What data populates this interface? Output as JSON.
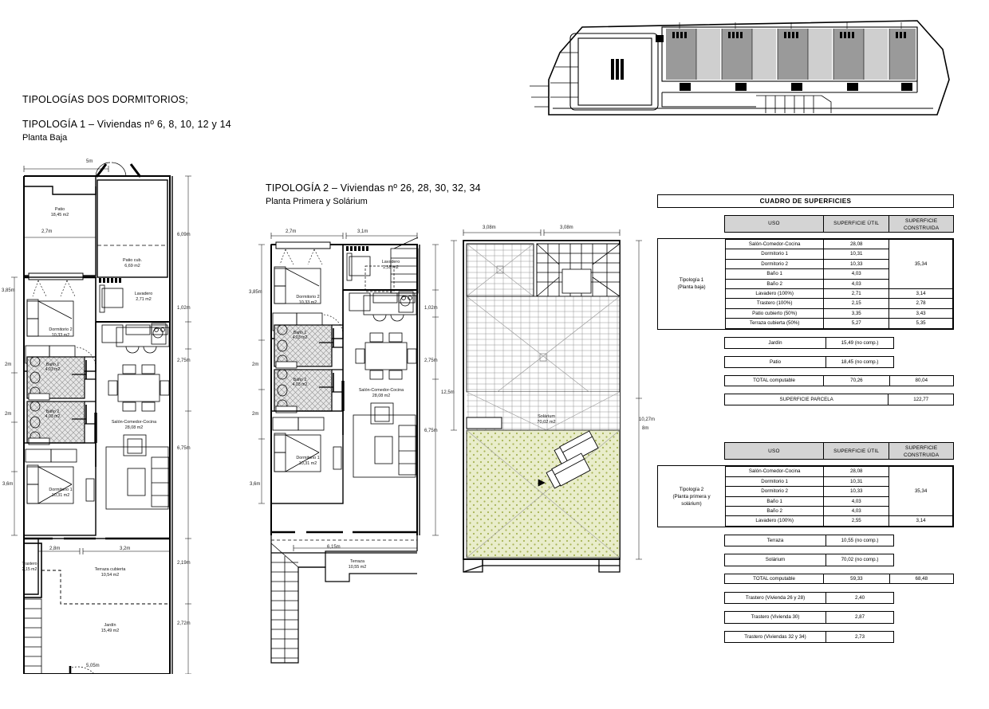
{
  "titles": {
    "main": "TIPOLOGÍAS DOS DORMITORIOS;",
    "tipologia1": "TIPOLOGÍA 1 – Viviendas nº 6, 8, 10, 12 y 14",
    "tipologia1_floor": "Planta Baja",
    "tipologia2": "TIPOLOGÍA 2 – Viviendas nº 26, 28, 30, 32, 34",
    "tipologia2_floor": "Planta Primera y Solárium"
  },
  "plan1": {
    "name": "Planta Baja",
    "rooms": [
      {
        "name": "Patio",
        "area": "18,45 m2"
      },
      {
        "name": "Patio cub.",
        "area": "6,69 m2"
      },
      {
        "name": "Dormitorio 2",
        "area": "10,33 m2"
      },
      {
        "name": "Lavadero",
        "area": "2,71 m2"
      },
      {
        "name": "Baño 1",
        "area": "4,03 m2"
      },
      {
        "name": "Baño 2",
        "area": "4,03 m2"
      },
      {
        "name": "Dormitorio 1",
        "area": "10,31 m2"
      },
      {
        "name": "Salón-Comedor-Cocina",
        "area": "28,08 m2"
      },
      {
        "name": "Trastero",
        "area": "2,15 m2"
      },
      {
        "name": "Terraza cubierta",
        "area": "10,54 m2"
      },
      {
        "name": "Jardín",
        "area": "15,49 m2"
      }
    ],
    "dims": {
      "top": "5m",
      "d27": "2,7m",
      "left": [
        "3,85m",
        "2m",
        "2m",
        "3,6m"
      ],
      "right": [
        "6,09m",
        "1,02m",
        "2,75m",
        "6,75m",
        "2,19m",
        "2,72m"
      ],
      "bottom_a": "2,8m",
      "bottom_b": "3,2m",
      "bottom_total": "5,05m"
    }
  },
  "plan2": {
    "name": "Planta Primera",
    "rooms": [
      {
        "name": "Dormitorio 2",
        "area": "10,33 m2"
      },
      {
        "name": "Lavadero",
        "area": "2,55 m2"
      },
      {
        "name": "Baño 1",
        "area": "4,03 m2"
      },
      {
        "name": "Baño 2",
        "area": "4,03 m2"
      },
      {
        "name": "Dormitorio 1",
        "area": "10,31 m2"
      },
      {
        "name": "Salón-Comedor-Cocina",
        "area": "28,08 m2"
      },
      {
        "name": "Terraza",
        "area": "10,55 m2"
      }
    ],
    "dims": {
      "d27": "2,7m",
      "d31": "3,1m",
      "left": [
        "3,85m",
        "2m",
        "2m",
        "3,6m"
      ],
      "right": [
        "1,02m",
        "2,75m",
        "6,75m"
      ],
      "terrace_width": "6,15m"
    }
  },
  "plan3": {
    "name": "Solárium",
    "rooms": [
      {
        "name": "Solárium",
        "area": "70,02 m2"
      }
    ],
    "dims": {
      "top_a": "3,08m",
      "top_b": "3,08m",
      "left": "12,5m",
      "right_a": "8m",
      "right_b": "10,27m"
    }
  },
  "table": {
    "title": "CUADRO DE SUPERFICIES",
    "headers": [
      "USO",
      "SUPERFICIE ÚTIL",
      "SUPERFICIE CONSTRUIDA"
    ],
    "block1": {
      "label": "Tipología 1\n(Planta baja)",
      "label_line1": "Tipología 1",
      "label_line2": "(Planta baja)",
      "rows": [
        {
          "uso": "Salón-Comedor-Cocina",
          "util": "28,08",
          "const": ""
        },
        {
          "uso": "Dormitorio 1",
          "util": "10,31",
          "const": ""
        },
        {
          "uso": "Dormitorio 2",
          "util": "10,33",
          "const": "35,34"
        },
        {
          "uso": "Baño 1",
          "util": "4,03",
          "const": ""
        },
        {
          "uso": "Baño 2",
          "util": "4,03",
          "const": ""
        },
        {
          "uso": "Lavadero (100%)",
          "util": "2,71",
          "const": "3,14"
        },
        {
          "uso": "Trastero (100%)",
          "util": "2,15",
          "const": "2,78"
        },
        {
          "uso": "Patio cubierto (50%)",
          "util": "3,35",
          "const": "3,43"
        },
        {
          "uso": "Terraza cubierta (50%)",
          "util": "5,27",
          "const": "5,35"
        }
      ],
      "extras": [
        {
          "uso": "Jardín",
          "util": "15,49 (no comp.)"
        },
        {
          "uso": "Patio",
          "util": "18,45 (no comp.)"
        }
      ],
      "total": {
        "uso": "TOTAL computable",
        "util": "70,26",
        "const": "80,04"
      },
      "parcela": {
        "uso": "SUPERFICIE PARCELA",
        "val": "122,77"
      }
    },
    "block2": {
      "label_line1": "Tipología 2",
      "label_line2": "(Planta primera y",
      "label_line3": "solárium)",
      "rows": [
        {
          "uso": "Salón-Comedor-Cocina",
          "util": "28,08",
          "const": ""
        },
        {
          "uso": "Dormitorio 1",
          "util": "10,31",
          "const": ""
        },
        {
          "uso": "Dormitorio 2",
          "util": "10,33",
          "const": "35,34"
        },
        {
          "uso": "Baño 1",
          "util": "4,03",
          "const": ""
        },
        {
          "uso": "Baño 2",
          "util": "4,03",
          "const": ""
        },
        {
          "uso": "Lavadero (100%)",
          "util": "2,55",
          "const": "3,14"
        }
      ],
      "extras": [
        {
          "uso": "Terraza",
          "util": "10,55 (no comp.)"
        },
        {
          "uso": "Solárium",
          "util": "70,02 (no comp.)"
        }
      ],
      "total": {
        "uso": "TOTAL computable",
        "util": "59,33",
        "const": "68,48"
      },
      "storage": [
        {
          "uso": "Trastero (Vivienda 26 y 28)",
          "val": "2,40"
        },
        {
          "uso": "Trastero (Vivienda 30)",
          "val": "2,87"
        },
        {
          "uso": "Trastero (Viviendas 32 y 34)",
          "val": "2,73"
        }
      ]
    }
  },
  "colors": {
    "line": "#000000",
    "header_fill": "#d4d4d4",
    "solarium_fill": "#e9edcb",
    "solarium_dot": "#9aa84a",
    "tile_line": "#7a7a7a",
    "key_dark": "#9a9a9a",
    "key_light": "#cfcfcf"
  }
}
